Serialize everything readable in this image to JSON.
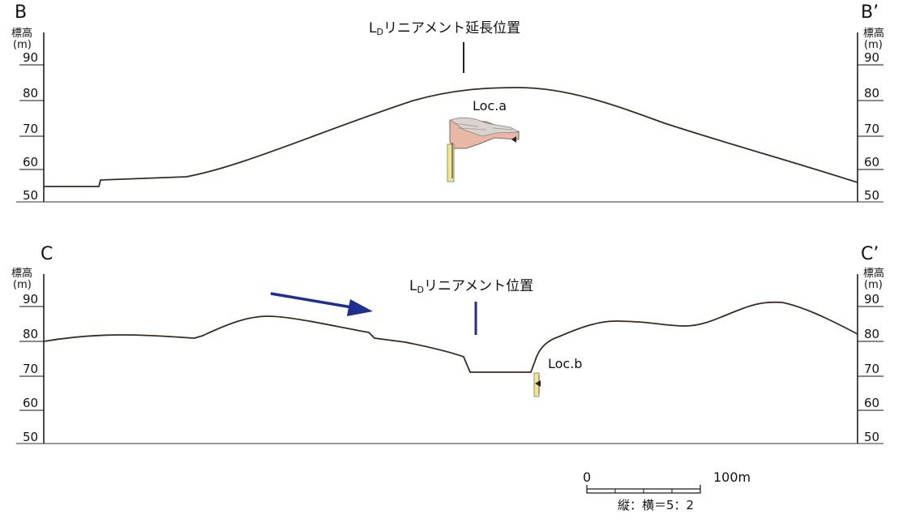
{
  "profile_b": {
    "label_left": "B",
    "label_right": "B’",
    "axis_title": "標高",
    "axis_unit": "(m)",
    "ticks": [
      "90",
      "80",
      "70",
      "60",
      "50"
    ],
    "lineament_label_main": "L",
    "lineament_label_sub": "D",
    "lineament_label_rest": "リニアメント延長位置",
    "loc_label": "Loc.a"
  },
  "profile_c": {
    "label_left": "C",
    "label_right": "C’",
    "axis_title": "標高",
    "axis_unit": "(m)",
    "ticks": [
      "90",
      "80",
      "70",
      "60",
      "50"
    ],
    "lineament_label_main": "L",
    "lineament_label_sub": "D",
    "lineament_label_rest": "リニアメント位置",
    "loc_label": "Loc.b"
  },
  "scale_bar": {
    "zero": "0",
    "max": "100m",
    "ratio": "縦：横＝5：2"
  },
  "colors": {
    "profile_line": "#3a2a24",
    "lineament_mark_b": "#222222",
    "lineament_mark_c": "#1f2f8f",
    "arrow": "#1f2f8f",
    "column_yellow": "#f0e88a",
    "outcrop_pink": "#e8b7a6"
  }
}
